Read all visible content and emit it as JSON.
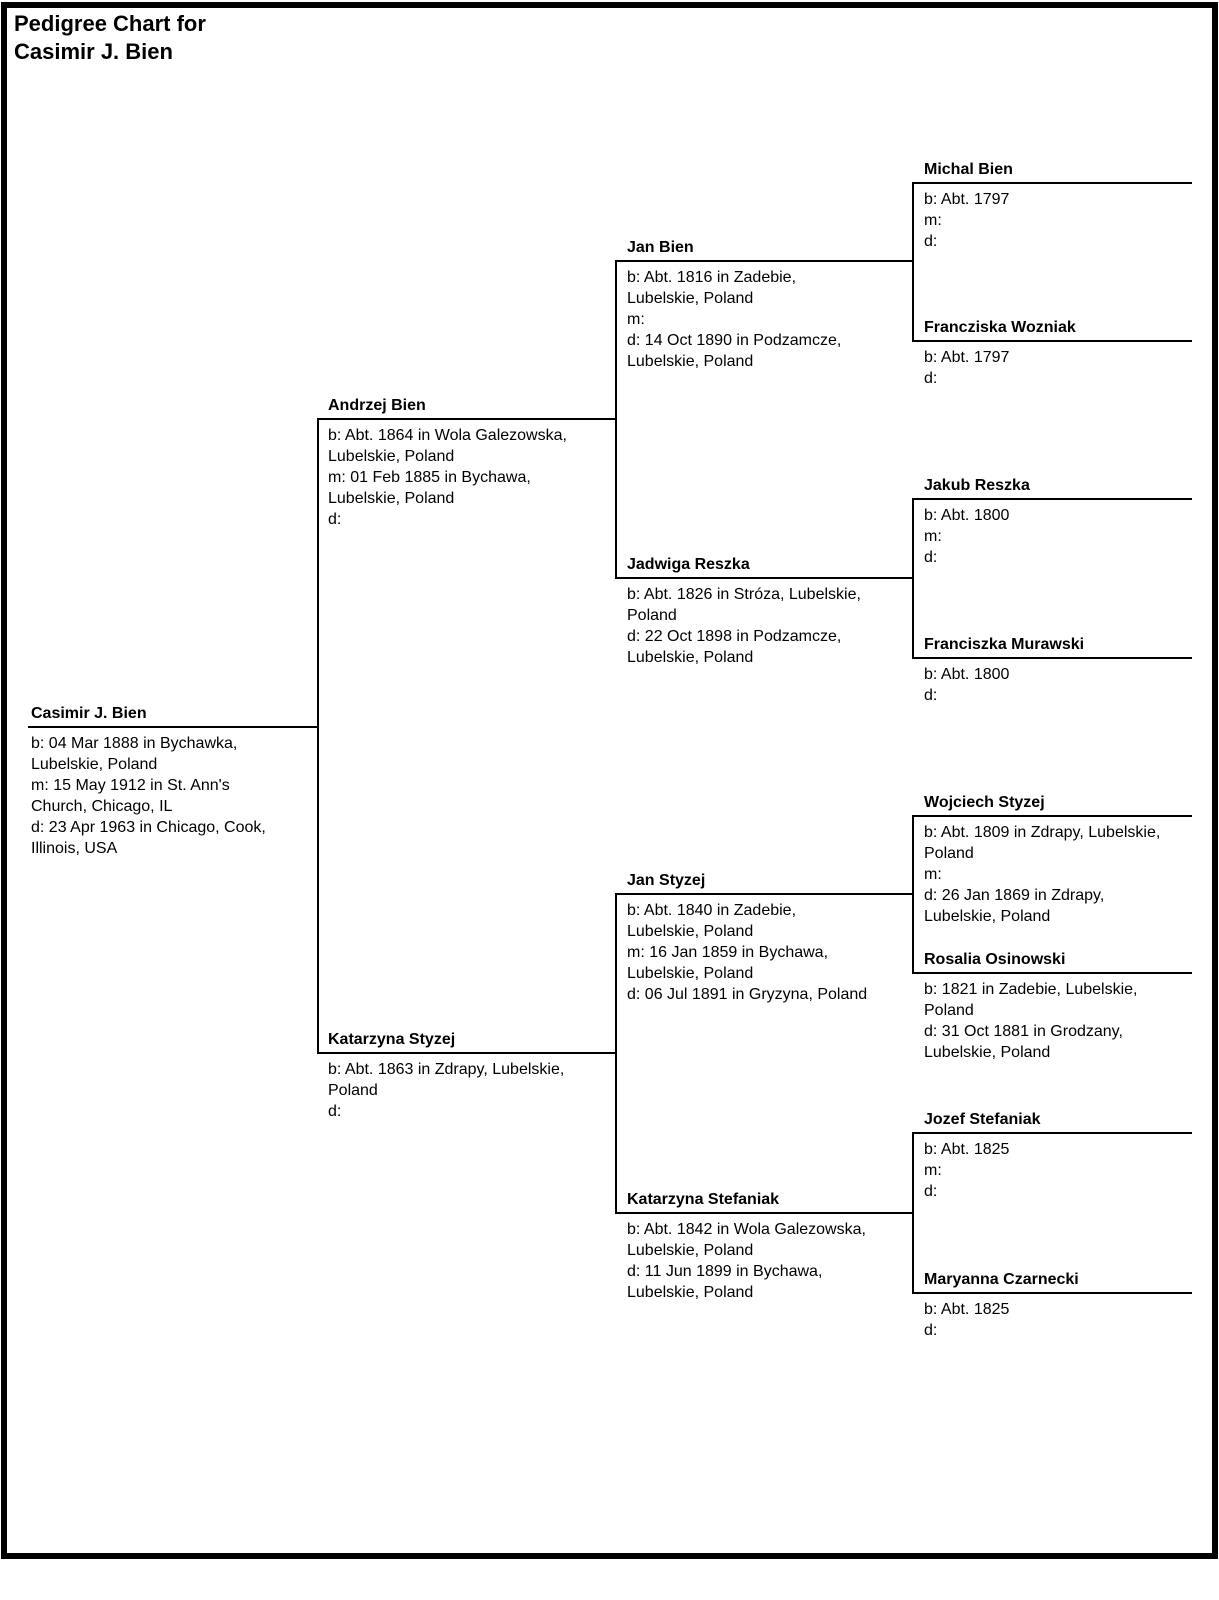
{
  "title": {
    "lines": [
      "Pedigree Chart for",
      "Casimir J. Bien"
    ]
  },
  "colors": {
    "ink": "#000000",
    "paper": "#ffffff"
  },
  "persons": {
    "casimir": {
      "name": "Casimir J. Bien",
      "details": [
        "b: 04 Mar 1888 in Bychawka,",
        "Lubelskie, Poland",
        "m: 15 May 1912 in St. Ann's",
        "Church, Chicago, IL",
        "d: 23 Apr 1963 in Chicago, Cook,",
        "Illinois, USA"
      ]
    },
    "andrzej": {
      "name": "Andrzej Bien",
      "details": [
        "b: Abt. 1864 in Wola Galezowska,",
        "Lubelskie, Poland",
        "m: 01 Feb 1885 in Bychawa,",
        "Lubelskie, Poland",
        "d:"
      ]
    },
    "kat_styzej": {
      "name": "Katarzyna Styzej",
      "details": [
        "b: Abt. 1863 in Zdrapy, Lubelskie,",
        "Poland",
        "d:"
      ]
    },
    "jan_bien": {
      "name": "Jan Bien",
      "details": [
        "b: Abt. 1816 in Zadebie,",
        "Lubelskie, Poland",
        "m:",
        "d: 14 Oct 1890 in Podzamcze,",
        "Lubelskie, Poland"
      ]
    },
    "jadwiga": {
      "name": "Jadwiga Reszka",
      "details": [
        "b: Abt. 1826 in Stróza, Lubelskie,",
        "Poland",
        "d: 22 Oct 1898 in Podzamcze,",
        "Lubelskie, Poland"
      ]
    },
    "jan_styzej": {
      "name": "Jan Styzej",
      "details": [
        "b: Abt. 1840 in Zadebie,",
        "Lubelskie, Poland",
        "m: 16 Jan 1859 in Bychawa,",
        "Lubelskie, Poland",
        "d: 06 Jul 1891 in Gryzyna, Poland"
      ]
    },
    "kat_stefaniak": {
      "name": "Katarzyna Stefaniak",
      "details": [
        "b: Abt. 1842 in Wola Galezowska,",
        "Lubelskie, Poland",
        "d: 11 Jun 1899 in Bychawa,",
        "Lubelskie, Poland"
      ]
    },
    "michal": {
      "name": "Michal Bien",
      "details": [
        "b: Abt. 1797",
        "m:",
        "d:"
      ]
    },
    "francziska": {
      "name": "Francziska Wozniak",
      "details": [
        "b: Abt. 1797",
        "d:"
      ]
    },
    "jakub": {
      "name": "Jakub Reszka",
      "details": [
        "b: Abt. 1800",
        "m:",
        "d:"
      ]
    },
    "franciszka_m": {
      "name": "Franciszka Murawski",
      "details": [
        "b: Abt. 1800",
        "d:"
      ]
    },
    "wojciech": {
      "name": "Wojciech Styzej",
      "details": [
        "b: Abt. 1809 in Zdrapy, Lubelskie,",
        "Poland",
        "m:",
        "d: 26 Jan 1869 in Zdrapy,",
        "Lubelskie, Poland"
      ]
    },
    "rosalia": {
      "name": "Rosalia Osinowski",
      "details": [
        "b: 1821 in Zadebie, Lubelskie,",
        "Poland",
        "d: 31 Oct 1881 in Grodzany,",
        "Lubelskie, Poland"
      ]
    },
    "jozef": {
      "name": "Jozef Stefaniak",
      "details": [
        "b: Abt. 1825",
        "m:",
        "d:"
      ]
    },
    "maryanna": {
      "name": "Maryanna Czarnecki",
      "details": [
        "b: Abt. 1825",
        "d:"
      ]
    }
  }
}
